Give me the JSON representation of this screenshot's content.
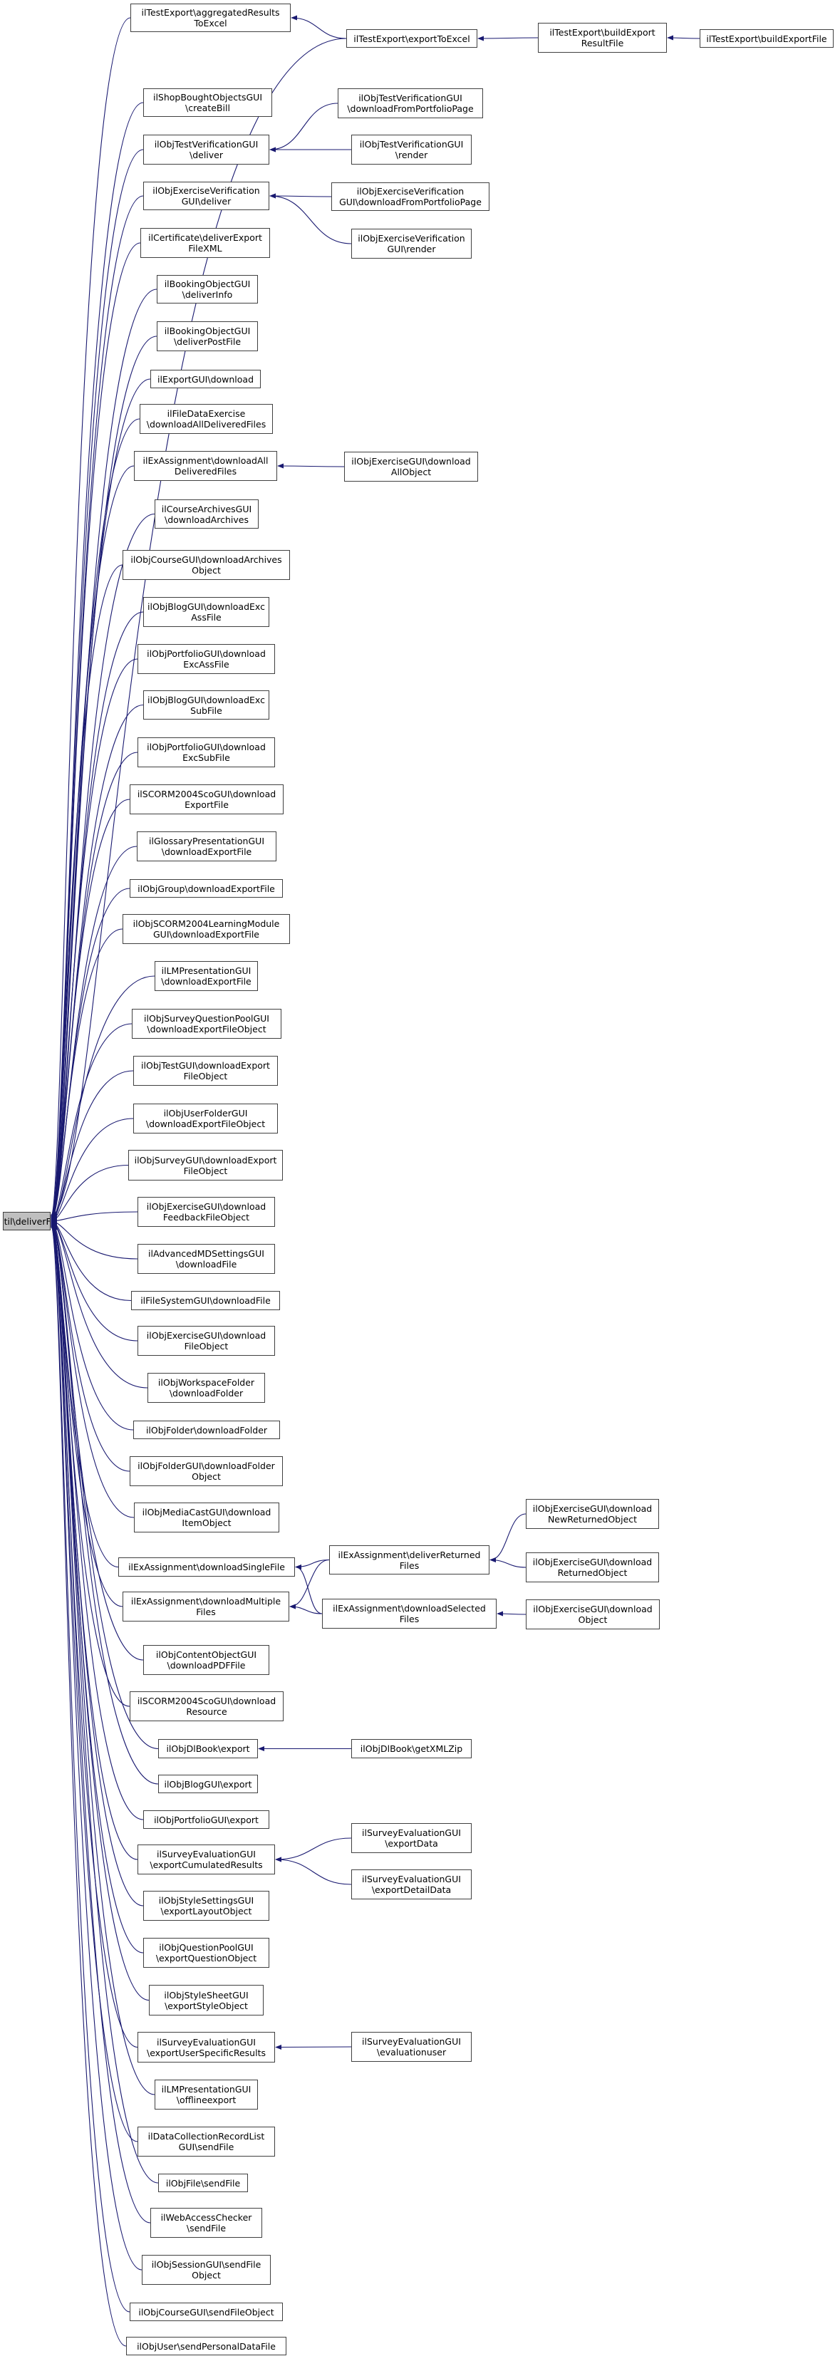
{
  "graph": {
    "root": "deliverFile",
    "colors": {
      "edge": "#191970",
      "node_border": "#404040",
      "root_fill": "#bfbfbf",
      "node_fill": "#ffffff"
    },
    "nodes": [
      {
        "id": "deliverFile",
        "lines": [
          "ilUtil\\deliverFile"
        ],
        "root": true
      },
      {
        "id": "aggRes",
        "lines": [
          "ilTestExport\\aggregatedResults",
          "ToExcel"
        ]
      },
      {
        "id": "exportToExcel",
        "lines": [
          "ilTestExport\\exportToExcel"
        ]
      },
      {
        "id": "buildExportResultFile",
        "lines": [
          "ilTestExport\\buildExport",
          "ResultFile"
        ]
      },
      {
        "id": "buildExportFile",
        "lines": [
          "ilTestExport\\buildExportFile"
        ]
      },
      {
        "id": "createBill",
        "lines": [
          "ilShopBoughtObjectsGUI",
          "\\createBill"
        ]
      },
      {
        "id": "testVerDeliver",
        "lines": [
          "ilObjTestVerificationGUI",
          "\\deliver"
        ]
      },
      {
        "id": "testVerPortfolio",
        "lines": [
          "ilObjTestVerificationGUI",
          "\\downloadFromPortfolioPage"
        ]
      },
      {
        "id": "testVerRender",
        "lines": [
          "ilObjTestVerificationGUI",
          "\\render"
        ]
      },
      {
        "id": "exVerDeliver",
        "lines": [
          "ilObjExerciseVerification",
          "GUI\\deliver"
        ]
      },
      {
        "id": "exVerPortfolio",
        "lines": [
          "ilObjExerciseVerification",
          "GUI\\downloadFromPortfolioPage"
        ]
      },
      {
        "id": "exVerRender",
        "lines": [
          "ilObjExerciseVerification",
          "GUI\\render"
        ]
      },
      {
        "id": "certXML",
        "lines": [
          "ilCertificate\\deliverExport",
          "FileXML"
        ]
      },
      {
        "id": "bookingInfo",
        "lines": [
          "ilBookingObjectGUI",
          "\\deliverInfo"
        ]
      },
      {
        "id": "bookingPost",
        "lines": [
          "ilBookingObjectGUI",
          "\\deliverPostFile"
        ]
      },
      {
        "id": "exportDownload",
        "lines": [
          "ilExportGUI\\download"
        ]
      },
      {
        "id": "fileDataAll",
        "lines": [
          "ilFileDataExercise",
          "\\downloadAllDeliveredFiles"
        ]
      },
      {
        "id": "exAssAll",
        "lines": [
          "ilExAssignment\\downloadAll",
          "DeliveredFiles"
        ]
      },
      {
        "id": "exGuiAllObj",
        "lines": [
          "ilObjExerciseGUI\\download",
          "AllObject"
        ]
      },
      {
        "id": "courseArchives",
        "lines": [
          "ilCourseArchivesGUI",
          "\\downloadArchives"
        ]
      },
      {
        "id": "courseArchObj",
        "lines": [
          "ilObjCourseGUI\\downloadArchives",
          "Object"
        ]
      },
      {
        "id": "blogExcAss",
        "lines": [
          "ilObjBlogGUI\\downloadExc",
          "AssFile"
        ]
      },
      {
        "id": "portExcAss",
        "lines": [
          "ilObjPortfolioGUI\\download",
          "ExcAssFile"
        ]
      },
      {
        "id": "blogExcSub",
        "lines": [
          "ilObjBlogGUI\\downloadExc",
          "SubFile"
        ]
      },
      {
        "id": "portExcSub",
        "lines": [
          "ilObjPortfolioGUI\\download",
          "ExcSubFile"
        ]
      },
      {
        "id": "scormExport",
        "lines": [
          "ilSCORM2004ScoGUI\\download",
          "ExportFile"
        ]
      },
      {
        "id": "glossary",
        "lines": [
          "ilGlossaryPresentationGUI",
          "\\downloadExportFile"
        ]
      },
      {
        "id": "group",
        "lines": [
          "ilObjGroup\\downloadExportFile"
        ]
      },
      {
        "id": "scormLM",
        "lines": [
          "ilObjSCORM2004LearningModule",
          "GUI\\downloadExportFile"
        ]
      },
      {
        "id": "lmPres",
        "lines": [
          "ilLMPresentationGUI",
          "\\downloadExportFile"
        ]
      },
      {
        "id": "surveyQPool",
        "lines": [
          "ilObjSurveyQuestionPoolGUI",
          "\\downloadExportFileObject"
        ]
      },
      {
        "id": "testGui",
        "lines": [
          "ilObjTestGUI\\downloadExport",
          "FileObject"
        ]
      },
      {
        "id": "userFolder",
        "lines": [
          "ilObjUserFolderGUI",
          "\\downloadExportFileObject"
        ]
      },
      {
        "id": "surveyGui",
        "lines": [
          "ilObjSurveyGUI\\downloadExport",
          "FileObject"
        ]
      },
      {
        "id": "exFeedback",
        "lines": [
          "ilObjExerciseGUI\\download",
          "FeedbackFileObject"
        ]
      },
      {
        "id": "advMD",
        "lines": [
          "ilAdvancedMDSettingsGUI",
          "\\downloadFile"
        ]
      },
      {
        "id": "fsGui",
        "lines": [
          "ilFileSystemGUI\\downloadFile"
        ]
      },
      {
        "id": "exFileObj",
        "lines": [
          "ilObjExerciseGUI\\download",
          "FileObject"
        ]
      },
      {
        "id": "workspace",
        "lines": [
          "ilObjWorkspaceFolder",
          "\\downloadFolder"
        ]
      },
      {
        "id": "folder",
        "lines": [
          "ilObjFolder\\downloadFolder"
        ]
      },
      {
        "id": "folderGui",
        "lines": [
          "ilObjFolderGUI\\downloadFolder",
          "Object"
        ]
      },
      {
        "id": "mediaCast",
        "lines": [
          "ilObjMediaCastGUI\\download",
          "ItemObject"
        ]
      },
      {
        "id": "exAssSingle",
        "lines": [
          "ilExAssignment\\downloadSingleFile"
        ]
      },
      {
        "id": "exAssReturned",
        "lines": [
          "ilExAssignment\\deliverReturned",
          "Files"
        ]
      },
      {
        "id": "exGuiNewRet",
        "lines": [
          "ilObjExerciseGUI\\download",
          "NewReturnedObject"
        ]
      },
      {
        "id": "exGuiRet",
        "lines": [
          "ilObjExerciseGUI\\download",
          "ReturnedObject"
        ]
      },
      {
        "id": "exAssMultiple",
        "lines": [
          "ilExAssignment\\downloadMultiple",
          "Files"
        ]
      },
      {
        "id": "exAssSelected",
        "lines": [
          "ilExAssignment\\downloadSelected",
          "Files"
        ]
      },
      {
        "id": "exGuiDownloadObj",
        "lines": [
          "ilObjExerciseGUI\\download",
          "Object"
        ]
      },
      {
        "id": "contentPDF",
        "lines": [
          "ilObjContentObjectGUI",
          "\\downloadPDFFile"
        ]
      },
      {
        "id": "scormResource",
        "lines": [
          "ilSCORM2004ScoGUI\\download",
          "Resource"
        ]
      },
      {
        "id": "dlBookExport",
        "lines": [
          "ilObjDlBook\\export"
        ]
      },
      {
        "id": "dlBookXML",
        "lines": [
          "ilObjDlBook\\getXMLZip"
        ]
      },
      {
        "id": "blogExport",
        "lines": [
          "ilObjBlogGUI\\export"
        ]
      },
      {
        "id": "portExport",
        "lines": [
          "ilObjPortfolioGUI\\export"
        ]
      },
      {
        "id": "surveyCumulated",
        "lines": [
          "ilSurveyEvaluationGUI",
          "\\exportCumulatedResults"
        ]
      },
      {
        "id": "surveyExportData",
        "lines": [
          "ilSurveyEvaluationGUI",
          "\\exportData"
        ]
      },
      {
        "id": "surveyExportDetail",
        "lines": [
          "ilSurveyEvaluationGUI",
          "\\exportDetailData"
        ]
      },
      {
        "id": "styleLayout",
        "lines": [
          "ilObjStyleSettingsGUI",
          "\\exportLayoutObject"
        ]
      },
      {
        "id": "qpoolExport",
        "lines": [
          "ilObjQuestionPoolGUI",
          "\\exportQuestionObject"
        ]
      },
      {
        "id": "styleSheet",
        "lines": [
          "ilObjStyleSheetGUI",
          "\\exportStyleObject"
        ]
      },
      {
        "id": "surveyUserSpecific",
        "lines": [
          "ilSurveyEvaluationGUI",
          "\\exportUserSpecificResults"
        ]
      },
      {
        "id": "surveyEvalUser",
        "lines": [
          "ilSurveyEvaluationGUI",
          "\\evaluationuser"
        ]
      },
      {
        "id": "lmOffline",
        "lines": [
          "ilLMPresentationGUI",
          "\\offlineexport"
        ]
      },
      {
        "id": "dataColl",
        "lines": [
          "ilDataCollectionRecordList",
          "GUI\\sendFile"
        ]
      },
      {
        "id": "fileSend",
        "lines": [
          "ilObjFile\\sendFile"
        ]
      },
      {
        "id": "webAccess",
        "lines": [
          "ilWebAccessChecker",
          "\\sendFile"
        ]
      },
      {
        "id": "sessionSend",
        "lines": [
          "ilObjSessionGUI\\sendFile",
          "Object"
        ]
      },
      {
        "id": "courseSend",
        "lines": [
          "ilObjCourseGUI\\sendFileObject"
        ]
      },
      {
        "id": "userSend",
        "lines": [
          "ilObjUser\\sendPersonalDataFile"
        ]
      }
    ],
    "edges": [
      [
        "aggRes",
        "exportToExcel"
      ],
      [
        "exportToExcel",
        "buildExportResultFile"
      ],
      [
        "buildExportResultFile",
        "buildExportFile"
      ],
      [
        "testVerDeliver",
        "testVerPortfolio"
      ],
      [
        "testVerDeliver",
        "testVerRender"
      ],
      [
        "exVerDeliver",
        "exVerPortfolio"
      ],
      [
        "exVerDeliver",
        "exVerRender"
      ],
      [
        "exAssAll",
        "exGuiAllObj"
      ],
      [
        "exAssSingle",
        "exAssReturned"
      ],
      [
        "exAssReturned",
        "exGuiNewRet"
      ],
      [
        "exAssReturned",
        "exGuiRet"
      ],
      [
        "exAssSingle",
        "exAssSelected"
      ],
      [
        "exAssMultiple",
        "exAssReturned"
      ],
      [
        "exAssMultiple",
        "exAssSelected"
      ],
      [
        "exAssSelected",
        "exGuiDownloadObj"
      ],
      [
        "dlBookExport",
        "dlBookXML"
      ],
      [
        "surveyCumulated",
        "surveyExportData"
      ],
      [
        "surveyCumulated",
        "surveyExportDetail"
      ],
      [
        "surveyUserSpecific",
        "surveyEvalUser"
      ]
    ],
    "root_callers": [
      "aggRes",
      "exportToExcel",
      "createBill",
      "testVerDeliver",
      "exVerDeliver",
      "certXML",
      "bookingInfo",
      "bookingPost",
      "exportDownload",
      "fileDataAll",
      "exAssAll",
      "courseArchives",
      "courseArchObj",
      "blogExcAss",
      "portExcAss",
      "blogExcSub",
      "portExcSub",
      "scormExport",
      "glossary",
      "group",
      "scormLM",
      "lmPres",
      "surveyQPool",
      "testGui",
      "userFolder",
      "surveyGui",
      "exFeedback",
      "advMD",
      "fsGui",
      "exFileObj",
      "workspace",
      "folder",
      "folderGui",
      "mediaCast",
      "exAssSingle",
      "exAssMultiple",
      "contentPDF",
      "scormResource",
      "dlBookExport",
      "blogExport",
      "portExport",
      "surveyCumulated",
      "styleLayout",
      "qpoolExport",
      "styleSheet",
      "surveyUserSpecific",
      "lmOffline",
      "dataColl",
      "fileSend",
      "webAccess",
      "sessionSend",
      "courseSend",
      "userSend"
    ]
  }
}
